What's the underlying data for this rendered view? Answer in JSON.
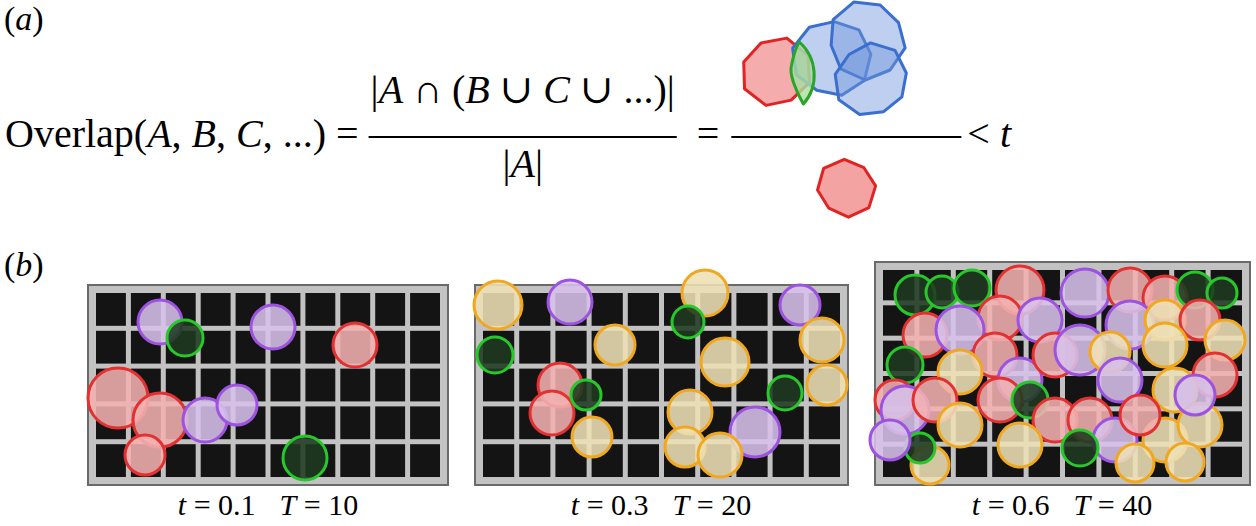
{
  "diagram": {
    "labels": [
      "(a)",
      "Overlap(A, B, C, ...)",
      "=",
      "|A ∩ (B ∪ C ∪ ...)|",
      "|A|",
      "=",
      "< t",
      "(b)",
      "t = 0.1",
      "T = 10",
      "t = 0.3",
      "T = 20",
      "t = 0.6",
      "T = 40"
    ]
  }
}
